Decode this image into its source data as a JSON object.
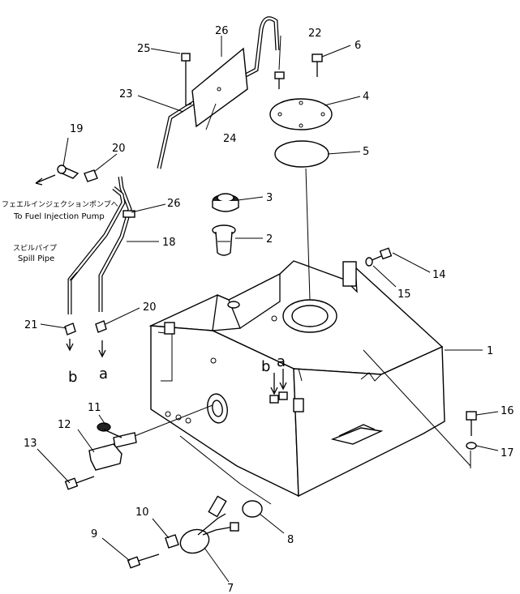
{
  "part_numbers": {
    "p1": "1",
    "p2": "2",
    "p3": "3",
    "p4": "4",
    "p5": "5",
    "p6": "6",
    "p7": "7",
    "p8": "8",
    "p9": "9",
    "p10": "10",
    "p11": "11",
    "p12": "12",
    "p13": "13",
    "p14": "14",
    "p15": "15",
    "p16": "16",
    "p17": "17",
    "p18": "18",
    "p19": "19",
    "p20a": "20",
    "p20b": "20",
    "p21": "21",
    "p22": "22",
    "p23": "23",
    "p24": "24",
    "p25": "25",
    "p26a": "26",
    "p26b": "26"
  },
  "connection_labels": {
    "left_a": "a",
    "left_b": "b",
    "tank_a": "a",
    "tank_b": "b"
  },
  "annotations": {
    "fuel_injection_pump_jp": "フェエルインジェクションポンプへ",
    "fuel_injection_pump_en": "To Fuel Injection Pump",
    "spill_pipe_jp": "スピルパイプ",
    "spill_pipe_en": "Spill Pipe"
  }
}
